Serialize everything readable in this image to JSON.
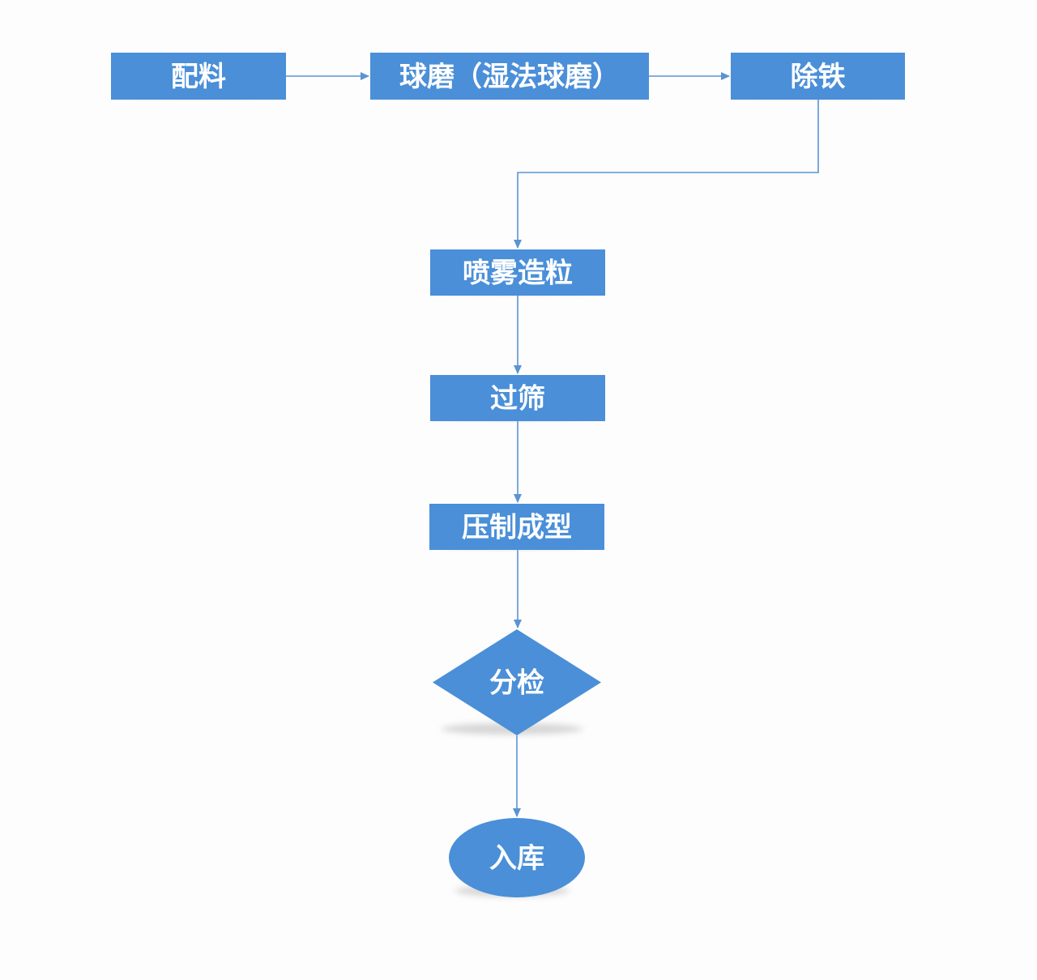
{
  "colors": {
    "node_fill": "#4a8fd8",
    "node_text": "#ffffff",
    "connector": "#5b93d3",
    "shadow": "#bcbcbc",
    "background": "#fdfdfd"
  },
  "nodes": [
    {
      "id": "batching",
      "label": "配料",
      "shape": "rect"
    },
    {
      "id": "ball-milling",
      "label": "球磨（湿法球磨）",
      "shape": "rect"
    },
    {
      "id": "iron-removal",
      "label": "除铁",
      "shape": "rect"
    },
    {
      "id": "spray-granulation",
      "label": "喷雾造粒",
      "shape": "rect"
    },
    {
      "id": "sieving",
      "label": "过筛",
      "shape": "rect"
    },
    {
      "id": "press-forming",
      "label": "压制成型",
      "shape": "rect"
    },
    {
      "id": "sorting-inspection",
      "label": "分检",
      "shape": "diamond"
    },
    {
      "id": "warehousing",
      "label": "入库",
      "shape": "ellipse"
    }
  ],
  "edges": [
    {
      "from": "batching",
      "to": "ball-milling"
    },
    {
      "from": "ball-milling",
      "to": "iron-removal"
    },
    {
      "from": "iron-removal",
      "to": "spray-granulation"
    },
    {
      "from": "spray-granulation",
      "to": "sieving"
    },
    {
      "from": "sieving",
      "to": "press-forming"
    },
    {
      "from": "press-forming",
      "to": "sorting-inspection"
    },
    {
      "from": "sorting-inspection",
      "to": "warehousing"
    }
  ]
}
